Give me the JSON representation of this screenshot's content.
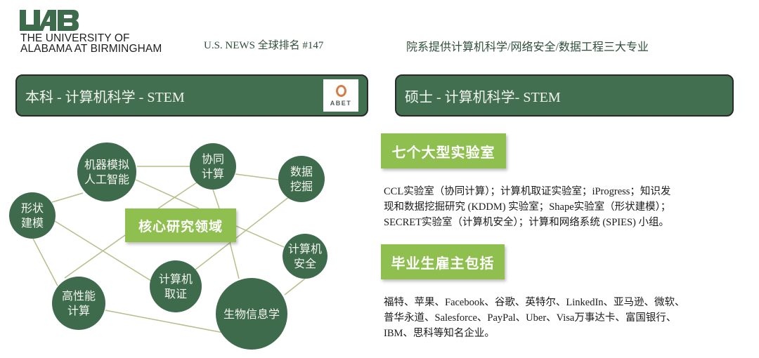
{
  "header": {
    "logo_mark": "UAB",
    "logo_line1": "THE UNIVERSITY OF",
    "logo_line2": "ALABAMA AT BIRMINGHAM",
    "ranking": "U.S. NEWS 全球排名 #147",
    "majors_note": "院系提供计算机科学/网络安全/数据工程三大专业",
    "brand_color": "#3f6b4d"
  },
  "undergrad": {
    "banner_title": "本科 - 计算机科学 - STEM",
    "badge": {
      "label": "ABET",
      "icon": "abet-ring-logo"
    },
    "diagram": {
      "core_label": "核心研究领域",
      "nodes": [
        {
          "id": "ai",
          "label": "机器模拟\n人工智能"
        },
        {
          "id": "collab",
          "label": "协同\n计算"
        },
        {
          "id": "datamining",
          "label": "数据\n挖掘"
        },
        {
          "id": "shape",
          "label": "形状\n建模"
        },
        {
          "id": "security",
          "label": "计算机\n安全"
        },
        {
          "id": "forensics",
          "label": "计算机\n取证"
        },
        {
          "id": "hpc",
          "label": "高性能\n计算"
        },
        {
          "id": "bioinfo",
          "label": "生物信息学"
        }
      ],
      "colors": {
        "node": "#3f6b4d",
        "core": "#8fbf4e",
        "link": "#b4bf8a"
      }
    }
  },
  "graduate": {
    "banner_title": "硕士 - 计算机科学- STEM",
    "labs": {
      "heading": "七个大型实验室",
      "lines": [
        " CCL实验室（协同计算）；计算机取证实验室；iProgress；知识发",
        "现和数据挖掘研究 (KDDM) 实验室；Shape实验室（形状建模）；",
        "SECRET实验室（计算机安全）；计算和网络系统 (SPIES) 小组。"
      ]
    },
    "employers": {
      "heading": "毕业生雇主包括",
      "lines": [
        "福特、苹果、Facebook、谷歌、英特尔、LinkedIn、亚马逊、微软、",
        "普华永道、Salesforce、PayPal、Uber、Visa万事达卡、富国银行、",
        "IBM、思科等知名企业。"
      ]
    }
  }
}
